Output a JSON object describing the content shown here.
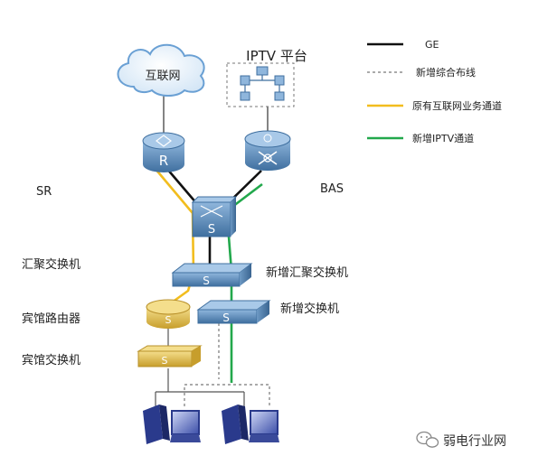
{
  "cloud_label": "互联网",
  "platform_title": "IPTV 平台",
  "device_labels": {
    "sr": "SR",
    "bas": "BAS",
    "router_letter": "R",
    "switch_letter": "S",
    "aggregation": "汇聚交换机",
    "new_aggregation": "新增汇聚交换机",
    "new_switch": "新增交换机",
    "hotel_router": "宾馆路由器",
    "hotel_switch": "宾馆交换机"
  },
  "legend": [
    {
      "key": "ge",
      "label": "GE",
      "color": "#111111",
      "style": "solid"
    },
    {
      "key": "new_cabling",
      "label": "新增综合布线",
      "color": "#777777",
      "style": "dashed"
    },
    {
      "key": "internet_channel",
      "label": "原有互联网业务通道",
      "color": "#f2bd1e",
      "style": "solid"
    },
    {
      "key": "iptv_channel",
      "label": "新增IPTV通道",
      "color": "#22a84c",
      "style": "solid"
    }
  ],
  "watermark": "弱电行业网",
  "colors": {
    "device_blue": "#5b8bb8",
    "device_blue_light": "#9cc0e0",
    "device_gold": "#e2c04a",
    "device_gold_light": "#f3de88"
  }
}
